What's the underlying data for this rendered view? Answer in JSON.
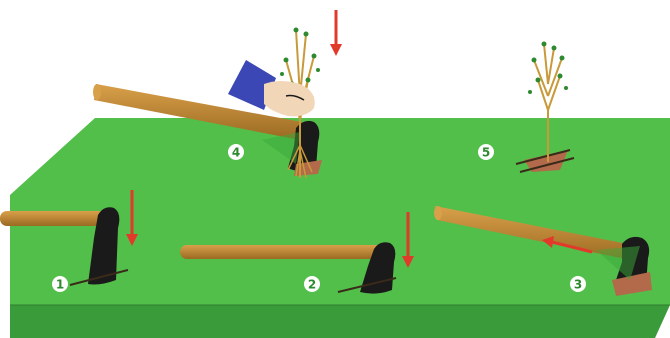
{
  "steps": [
    {
      "label": "1"
    },
    {
      "label": "2"
    },
    {
      "label": "3"
    },
    {
      "label": "4"
    },
    {
      "label": "5"
    }
  ],
  "colors": {
    "ground_top": "#52bf4a",
    "ground_side": "#3a9b3a",
    "ground_edge": "#2f7f2f",
    "handle": "#b07a28",
    "handle_light": "#d9a04a",
    "blade": "#1a1a1a",
    "arrow": "#e13a2a",
    "soil": "#b26a4a",
    "seedling": "#c89a3a",
    "leaf": "#2f8a2f",
    "sleeve": "#3a47b5",
    "skin": "#f2d6b8"
  }
}
